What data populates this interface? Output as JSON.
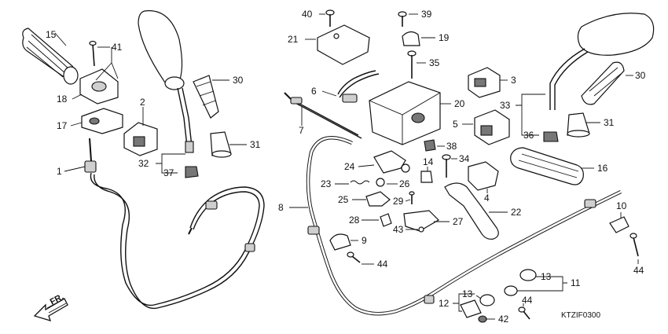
{
  "diagram": {
    "code": "KTZIF0300",
    "direction_label": "FR.",
    "callouts": [
      {
        "id": "c15",
        "label": "15"
      },
      {
        "id": "c41",
        "label": "41"
      },
      {
        "id": "c18",
        "label": "18"
      },
      {
        "id": "c17",
        "label": "17"
      },
      {
        "id": "c2",
        "label": "2"
      },
      {
        "id": "c1",
        "label": "1"
      },
      {
        "id": "c30a",
        "label": "30"
      },
      {
        "id": "c31a",
        "label": "31"
      },
      {
        "id": "c32",
        "label": "32"
      },
      {
        "id": "c37",
        "label": "37"
      },
      {
        "id": "c40",
        "label": "40"
      },
      {
        "id": "c39",
        "label": "39"
      },
      {
        "id": "c21",
        "label": "21"
      },
      {
        "id": "c19",
        "label": "19"
      },
      {
        "id": "c35",
        "label": "35"
      },
      {
        "id": "c6",
        "label": "6"
      },
      {
        "id": "c20",
        "label": "20"
      },
      {
        "id": "c7",
        "label": "7"
      },
      {
        "id": "c38",
        "label": "38"
      },
      {
        "id": "c3",
        "label": "3"
      },
      {
        "id": "c5",
        "label": "5"
      },
      {
        "id": "c33",
        "label": "33"
      },
      {
        "id": "c36",
        "label": "36"
      },
      {
        "id": "c30b",
        "label": "30"
      },
      {
        "id": "c31b",
        "label": "31"
      },
      {
        "id": "c24",
        "label": "24"
      },
      {
        "id": "c14",
        "label": "14"
      },
      {
        "id": "c34",
        "label": "34"
      },
      {
        "id": "c16",
        "label": "16"
      },
      {
        "id": "c23",
        "label": "23"
      },
      {
        "id": "c26",
        "label": "26"
      },
      {
        "id": "c25",
        "label": "25"
      },
      {
        "id": "c29",
        "label": "29"
      },
      {
        "id": "c4",
        "label": "4"
      },
      {
        "id": "c8",
        "label": "8"
      },
      {
        "id": "c28",
        "label": "28"
      },
      {
        "id": "c22",
        "label": "22"
      },
      {
        "id": "c43",
        "label": "43"
      },
      {
        "id": "c27",
        "label": "27"
      },
      {
        "id": "c10",
        "label": "10"
      },
      {
        "id": "c9",
        "label": "9"
      },
      {
        "id": "c44a",
        "label": "44"
      },
      {
        "id": "c44b",
        "label": "44"
      },
      {
        "id": "c13a",
        "label": "13"
      },
      {
        "id": "c11",
        "label": "11"
      },
      {
        "id": "c12",
        "label": "12"
      },
      {
        "id": "c13b",
        "label": "13"
      },
      {
        "id": "c44c",
        "label": "44"
      },
      {
        "id": "c42",
        "label": "42"
      }
    ]
  }
}
